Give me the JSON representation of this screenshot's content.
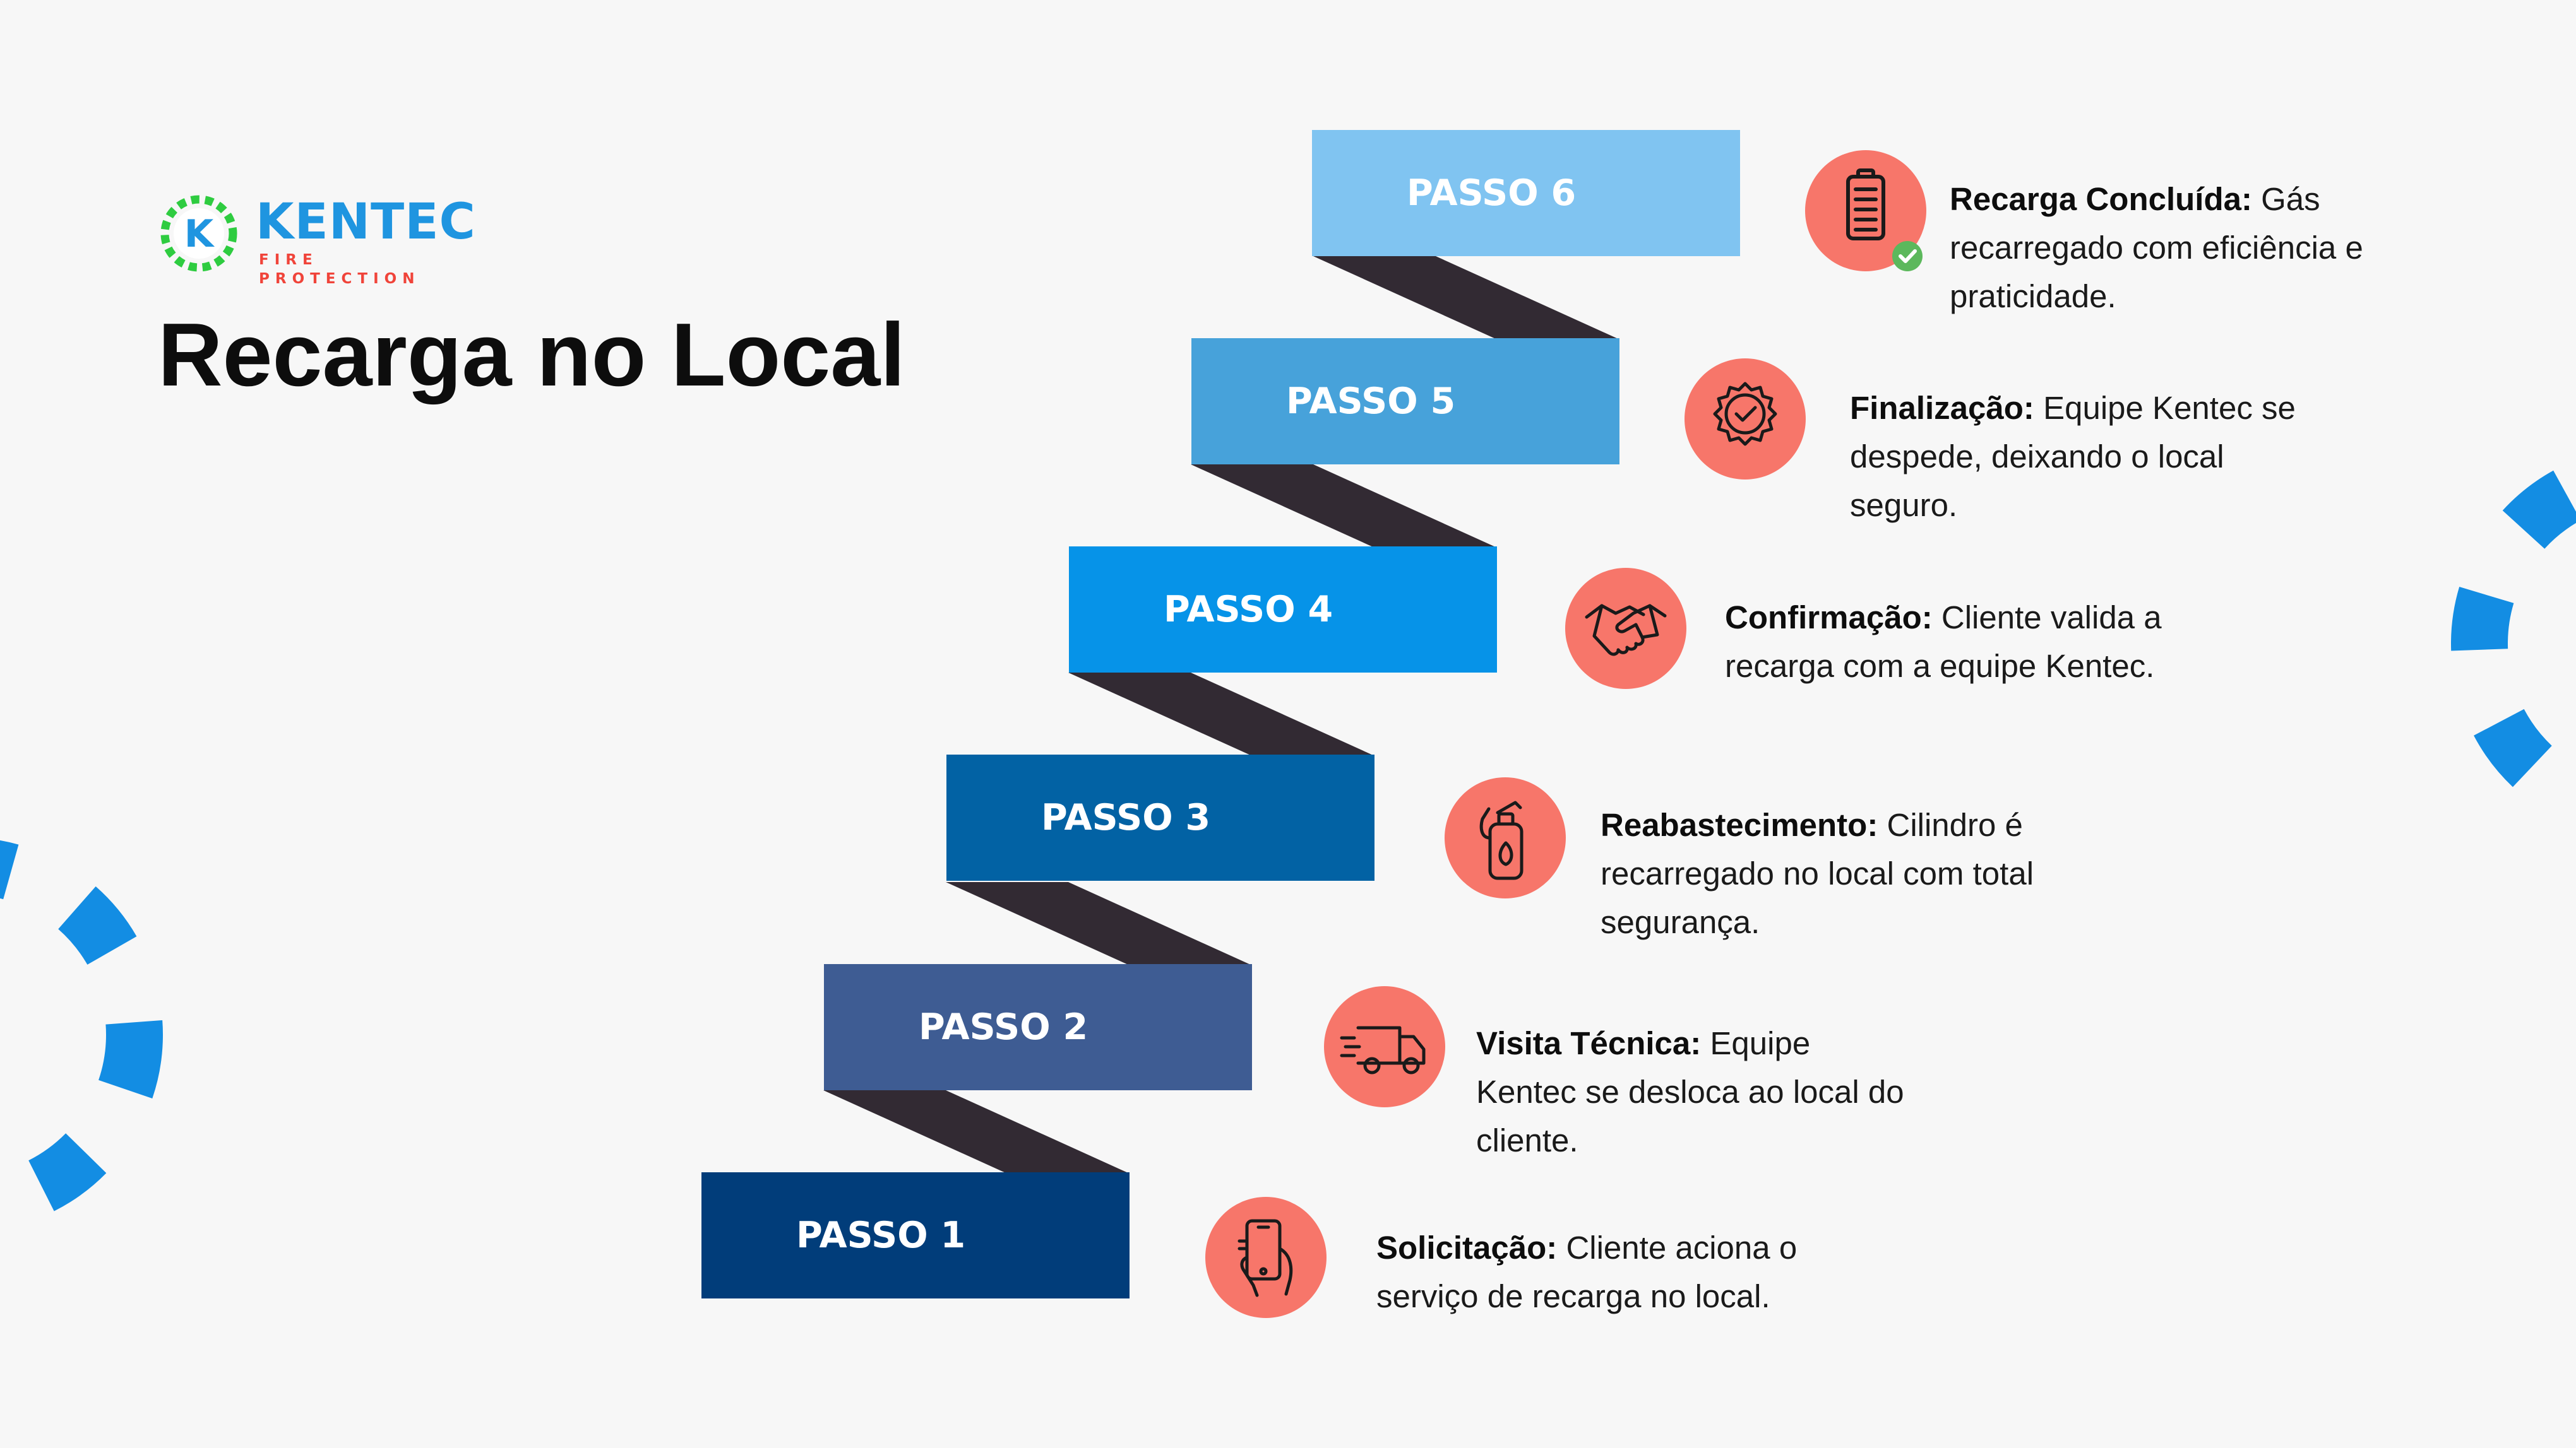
{
  "brand": {
    "name": "KENTEC",
    "tagline": "FIRE PROTECTION",
    "mark_letter": "K"
  },
  "title": "Recarga no Local",
  "colors": {
    "background": "#f7f7f7",
    "riser": "#322a33",
    "icon_circle": "#f7766a",
    "icon_line": "#1a1a1a",
    "decor_blue": "#138de3",
    "brand_blue": "#1f95e0",
    "brand_red": "#f0443a",
    "brand_green": "#2ecc40",
    "check_green": "#5cb85c"
  },
  "steps": [
    {
      "label": "PASSO 1",
      "color": "#013d7a",
      "icon": "smartphone-hand-icon",
      "title": "Solicitação:",
      "text": "Cliente aciona o serviço de recarga no local."
    },
    {
      "label": "PASSO 2",
      "color": "#3e5c93",
      "icon": "delivery-truck-icon",
      "title": "Visita Técnica:",
      "text": "Equipe Kentec se desloca ao local do cliente."
    },
    {
      "label": "PASSO 3",
      "color": "#0262a4",
      "icon": "fire-extinguisher-icon",
      "title": "Reabastecimento:",
      "text": "Cilindro é recarregado no local com total segurança."
    },
    {
      "label": "PASSO 4",
      "color": "#0693e8",
      "icon": "handshake-icon",
      "title": "Confirmação:",
      "text": "Cliente valida a recarga com a equipe Kentec."
    },
    {
      "label": "PASSO 5",
      "color": "#47a2da",
      "icon": "approval-badge-icon",
      "title": "Finalização:",
      "text": "Equipe Kentec se despede, deixando o local seguro."
    },
    {
      "label": "PASSO 6",
      "color": "#80c4f1",
      "icon": "battery-check-icon",
      "title": "Recarga Concluída:",
      "text": "Gás recarregado com eficiência e praticidade."
    }
  ]
}
